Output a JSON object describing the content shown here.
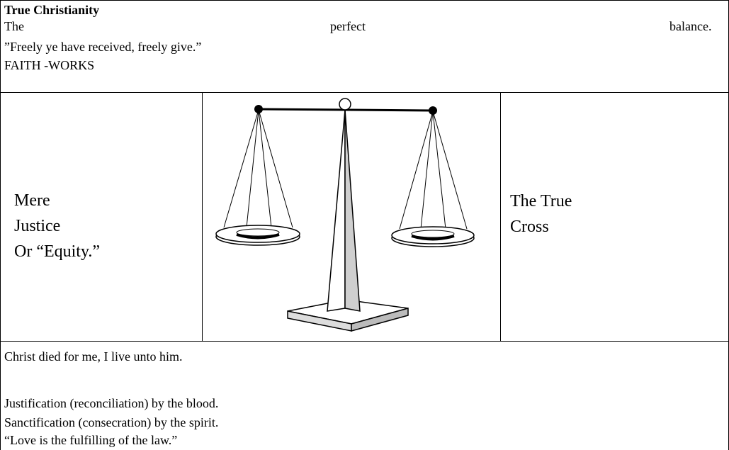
{
  "header": {
    "title": "True Christianity",
    "balance_words": [
      "The",
      "perfect",
      "balance."
    ],
    "quote": "”Freely ye have received, freely give.”",
    "faith_works": "FAITH -WORKS"
  },
  "left_cell": {
    "lines": [
      "Mere",
      "Justice",
      "Or “Equity.”"
    ]
  },
  "right_cell": {
    "lines": [
      "The True",
      "Cross"
    ]
  },
  "image": {
    "icon": "balance-scale-icon"
  },
  "footer": {
    "lines": [
      "Christ died for me, I live unto him.",
      "",
      "Justification (reconciliation) by the blood.",
      "Sanctification (consecration) by the spirit.",
      "“Love is the fulfilling of the law.”"
    ]
  }
}
